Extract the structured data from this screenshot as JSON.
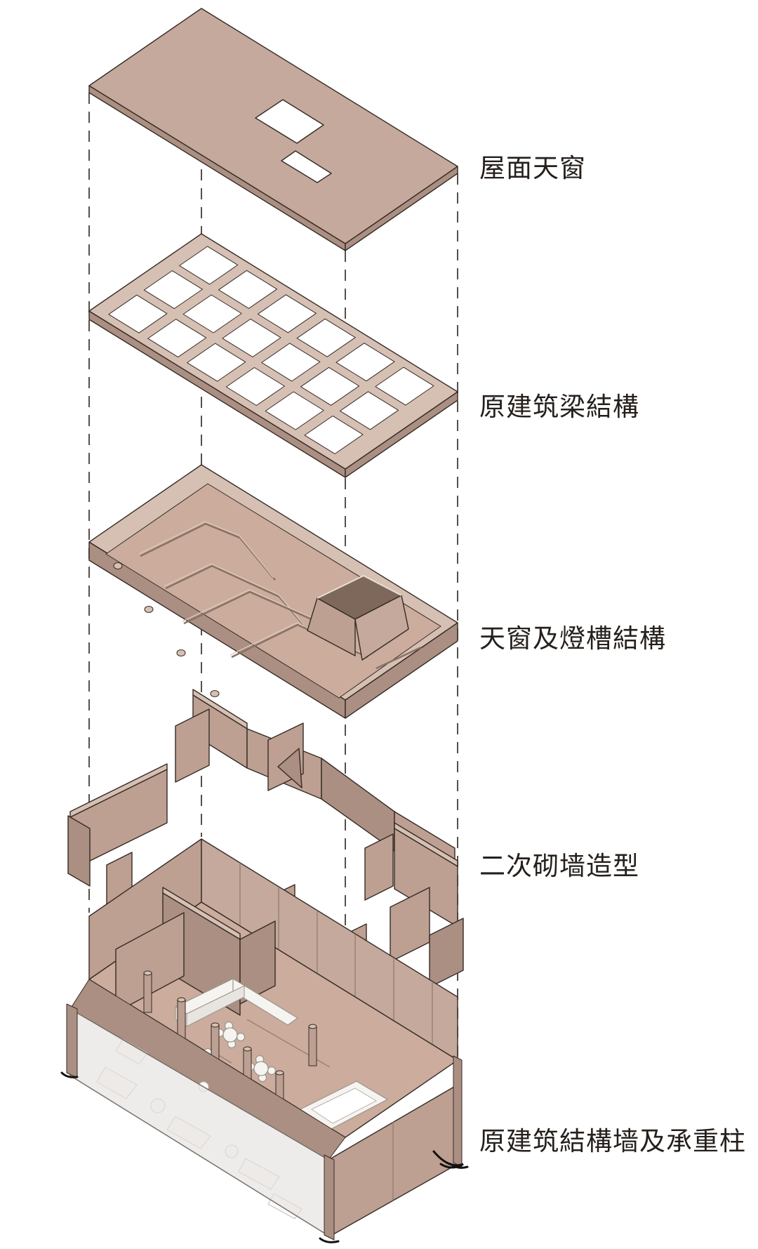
{
  "diagram": {
    "labels": {
      "roof_skylight": "屋面天窗",
      "beam_structure": "原建筑梁結構",
      "skylight_trough": "天窗及燈槽結構",
      "secondary_walls": "二次砌墙造型",
      "structural_walls": "原建筑結構墙及承重柱"
    },
    "colors": {
      "material": "#c4a99c",
      "material_light": "#d6c0b3",
      "material_mid": "#bda092",
      "material_dark": "#ab8f82",
      "material_deep": "#7e685c",
      "floor": "#cbac9d",
      "glass": "#e4e1dd",
      "outline": "#352b25",
      "dash_line": "#56504a",
      "text": "#26201c",
      "background": "#ffffff",
      "furniture_white": "#f6f4f1"
    }
  }
}
